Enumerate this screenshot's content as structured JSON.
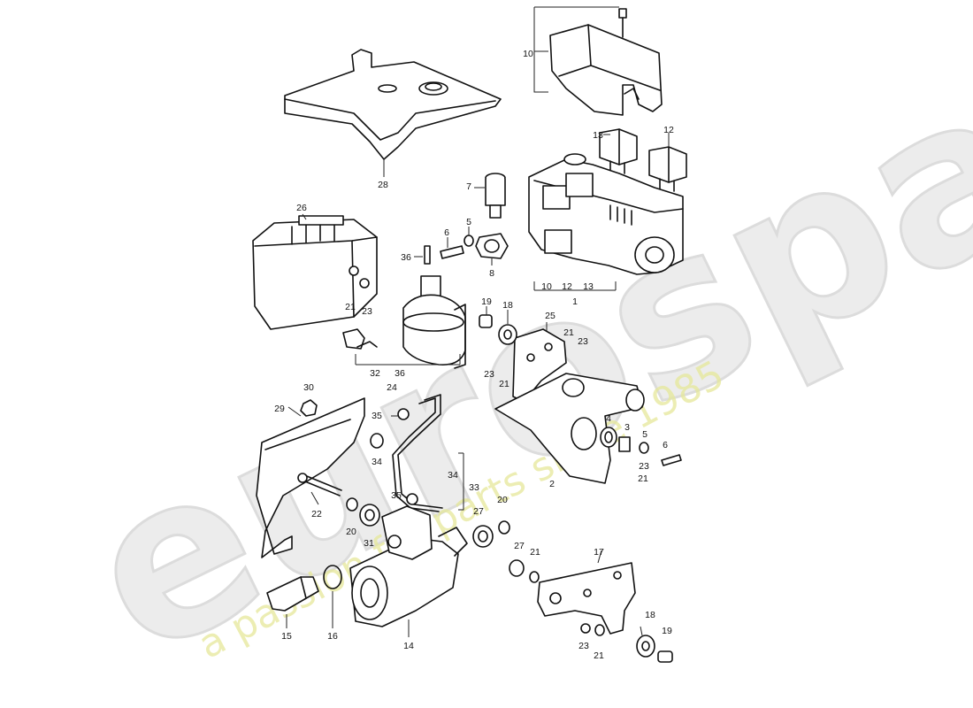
{
  "watermark": {
    "logo_text": "eurospares",
    "tagline": "a passion for parts since 1985"
  },
  "callouts": [
    {
      "id": "c28",
      "text": "28"
    },
    {
      "id": "c10a",
      "text": "10"
    },
    {
      "id": "c13a",
      "text": "13"
    },
    {
      "id": "c12a",
      "text": "12"
    },
    {
      "id": "c7",
      "text": "7"
    },
    {
      "id": "c26",
      "text": "26"
    },
    {
      "id": "c5a",
      "text": "5"
    },
    {
      "id": "c6a",
      "text": "6"
    },
    {
      "id": "c8",
      "text": "8"
    },
    {
      "id": "c36a",
      "text": "36"
    },
    {
      "id": "c21a",
      "text": "21"
    },
    {
      "id": "c23a",
      "text": "23"
    },
    {
      "id": "c10b",
      "text": "10"
    },
    {
      "id": "c12b",
      "text": "12"
    },
    {
      "id": "c13b",
      "text": "13"
    },
    {
      "id": "c1",
      "text": "1"
    },
    {
      "id": "c19a",
      "text": "19"
    },
    {
      "id": "c18a",
      "text": "18"
    },
    {
      "id": "c25",
      "text": "25"
    },
    {
      "id": "c21b",
      "text": "21"
    },
    {
      "id": "c23b",
      "text": "23"
    },
    {
      "id": "c32",
      "text": "32"
    },
    {
      "id": "c36b",
      "text": "36"
    },
    {
      "id": "c24",
      "text": "24"
    },
    {
      "id": "c23c",
      "text": "23"
    },
    {
      "id": "c21c",
      "text": "21"
    },
    {
      "id": "c30",
      "text": "30"
    },
    {
      "id": "c29",
      "text": "29"
    },
    {
      "id": "c35a",
      "text": "35"
    },
    {
      "id": "c4",
      "text": "4"
    },
    {
      "id": "c3",
      "text": "3"
    },
    {
      "id": "c5b",
      "text": "5"
    },
    {
      "id": "c6b",
      "text": "6"
    },
    {
      "id": "c34a",
      "text": "34"
    },
    {
      "id": "c23d",
      "text": "23"
    },
    {
      "id": "c21d",
      "text": "21"
    },
    {
      "id": "c2",
      "text": "2"
    },
    {
      "id": "c34b",
      "text": "34"
    },
    {
      "id": "c33",
      "text": "33"
    },
    {
      "id": "c35b",
      "text": "35"
    },
    {
      "id": "c22",
      "text": "22"
    },
    {
      "id": "c20a",
      "text": "20"
    },
    {
      "id": "c31",
      "text": "31"
    },
    {
      "id": "c20b",
      "text": "20"
    },
    {
      "id": "c27a",
      "text": "27"
    },
    {
      "id": "c27b",
      "text": "27"
    },
    {
      "id": "c21e",
      "text": "21"
    },
    {
      "id": "c17",
      "text": "17"
    },
    {
      "id": "c15",
      "text": "15"
    },
    {
      "id": "c16",
      "text": "16"
    },
    {
      "id": "c14",
      "text": "14"
    },
    {
      "id": "c18b",
      "text": "18"
    },
    {
      "id": "c23e",
      "text": "23"
    },
    {
      "id": "c21f",
      "text": "21"
    },
    {
      "id": "c19b",
      "text": "19"
    }
  ]
}
